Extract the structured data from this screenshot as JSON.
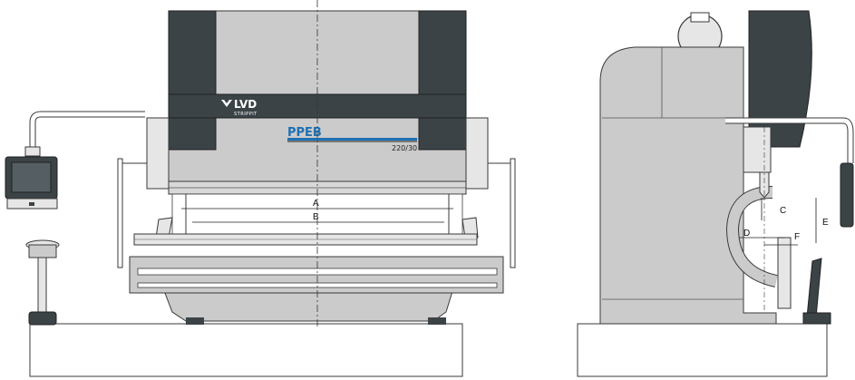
{
  "brand": {
    "logo_text": "LVD",
    "logo_sub": "STRIPPIT",
    "model_name": "PPEB",
    "model_number": "220/30"
  },
  "dimension_labels": {
    "front": {
      "a": "A",
      "b": "B"
    },
    "side": {
      "c": "C",
      "d": "D",
      "e": "E",
      "f": "F"
    }
  },
  "colors": {
    "machine_body": "#cbcbcb",
    "machine_dark": "#3b4347",
    "brand_blue": "#1f6fb2",
    "outline": "#3a3a3a"
  }
}
